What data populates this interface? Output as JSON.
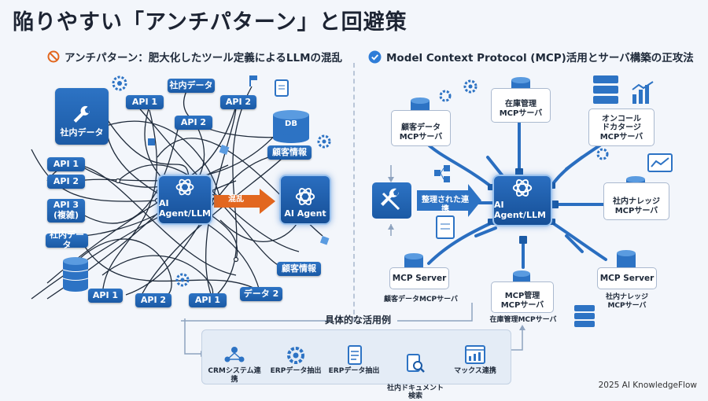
{
  "title": "陥りやすい「アンチパターン」と回避策",
  "left": {
    "heading": "アンチパターン：肥大化したツール定義によるLLMの混乱",
    "tool_tag": "社内データ",
    "tools": {
      "internal_data_top": "社内データ",
      "api1_a": "API 1",
      "api2_a": "API 2",
      "api2_b": "API 2",
      "api1_b": "API 1",
      "api2_c": "API 2",
      "api3": "API 3\n(複雑)",
      "internal_data_mid": "社内データ",
      "db": "DB",
      "customer_info_a": "顧客情報",
      "customer_info_b": "顧客情報",
      "api1_c": "API 1",
      "api2_d": "API 2",
      "api1_d": "API 1",
      "data2": "データ 2"
    },
    "agent": "AI Agent/LLM",
    "confusion": "混乱",
    "agent2": "AI Agent"
  },
  "right": {
    "heading": "Model Context Protocol (MCP)活用とサーバ構築の正攻法",
    "organized": "整理された連携",
    "agent": "AI Agent/LLM",
    "servers": {
      "customer_top": "顧客データ\nMCPサーバ",
      "inventory_top": "在庫管理\nMCPサーバ",
      "oncall": "オンコール\nドカタージ\nMCPサーバ",
      "knowledge_mid": "社内ナレッジ\nMCPサーバ",
      "mcp_server_left": "MCP Server",
      "mcp_server_left_cap": "顧客データMCPサーバ",
      "inventory_bottom": "MCP管理\nMCPサーバ",
      "inventory_bottom_cap": "在庫管理MCPサーバ",
      "mcp_server_right": "MCP Server",
      "mcp_server_right_cap": "社内ナレッジ\nMCPサーバ"
    }
  },
  "usecases": {
    "title": "具体的な活用例",
    "items": [
      {
        "label": "CRMシステム連携",
        "icon": "people-network-icon"
      },
      {
        "label": "ERPデータ抽出",
        "icon": "gear-icon"
      },
      {
        "label": "ERPデータ抽出",
        "icon": "document-icon"
      },
      {
        "label": "社内ドキュメント\n検索",
        "icon": "search-document-icon"
      },
      {
        "label": "マックス連携",
        "icon": "chart-window-icon"
      }
    ]
  },
  "footer": "2025 AI KnowledgeFlow",
  "colors": {
    "primary": "#1b5aa5",
    "wire": "#1e2a3a",
    "accent_orange": "#e2671f",
    "check_blue": "#2f7dd8"
  }
}
